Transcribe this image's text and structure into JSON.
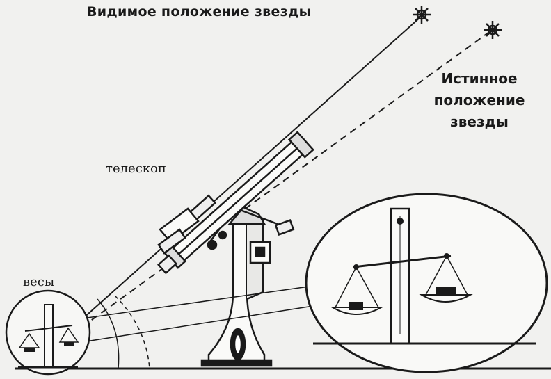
{
  "labels": {
    "apparent_position": "Видимое положение звезды",
    "true_position_lines": [
      "Истинное",
      "положение",
      "звезды"
    ],
    "telescope": "телескоп",
    "scales": "весы"
  },
  "colors": {
    "background": "#f1f1ef",
    "ink": "#1a1a1a"
  },
  "icons": [
    "star-apparent-icon",
    "star-true-icon",
    "telescope-drawing",
    "balance-scales-drawing"
  ]
}
